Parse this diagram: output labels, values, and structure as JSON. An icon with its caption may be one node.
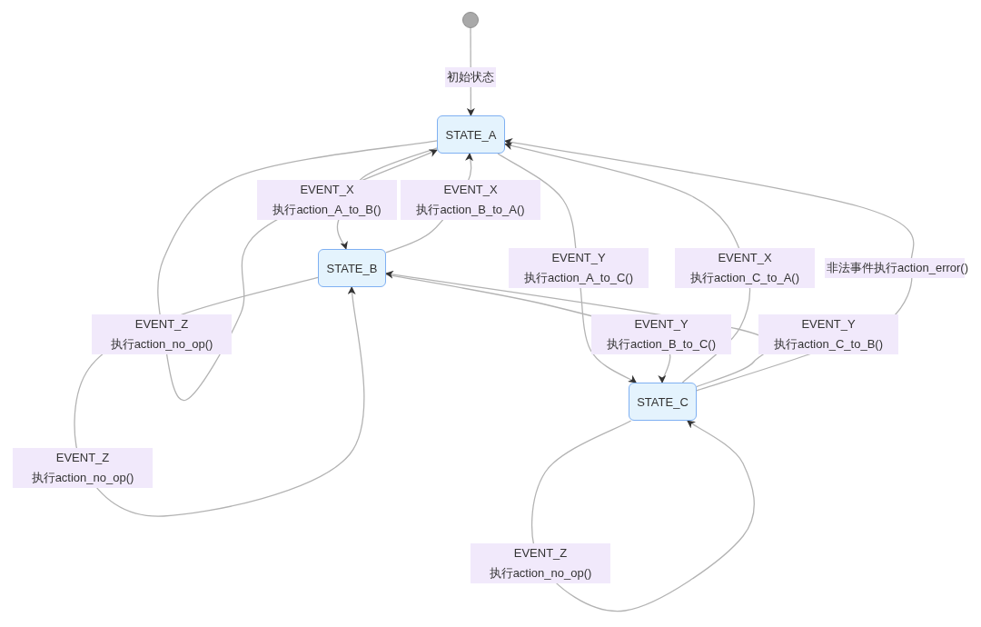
{
  "diagram": {
    "nodes": [
      {
        "text": [],
        "shape": "circle"
      },
      {
        "text": [
          "STATE_A"
        ]
      },
      {
        "text": [
          "STATE_B"
        ]
      },
      {
        "text": [
          "STATE_C"
        ]
      }
    ],
    "edges": [
      {
        "from": 0,
        "to": 1,
        "arrow": "to",
        "label": "初始状态"
      },
      {
        "from": 1,
        "to": 2,
        "arrow": "to",
        "label": "EVENT_X 执行action_A_to_B()"
      },
      {
        "from": 2,
        "to": 1,
        "arrow": "to",
        "label": "EVENT_X 执行action_B_to_A()"
      },
      {
        "from": 1,
        "to": 3,
        "arrow": "to",
        "label": "EVENT_Y 执行action_A_to_C()"
      },
      {
        "from": 3,
        "to": 1,
        "arrow": "to",
        "label": "EVENT_X 执行action_C_to_A()"
      },
      {
        "from": 3,
        "to": 1,
        "arrow": "to",
        "label": "非法事件执行action_error()"
      },
      {
        "from": 2,
        "to": 3,
        "arrow": "to",
        "label": "EVENT_Y 执行action_B_to_C()"
      },
      {
        "from": 3,
        "to": 2,
        "arrow": "to",
        "label": "EVENT_Y 执行action_C_to_B()"
      },
      {
        "from": 1,
        "to": 1,
        "arrow": "to",
        "label": "EVENT_Z 执行action_no_op()"
      },
      {
        "from": 2,
        "to": 2,
        "arrow": "to",
        "label": "EVENT_Z 执行action_no_op()"
      },
      {
        "from": 3,
        "to": 3,
        "arrow": "to",
        "label": "EVENT_Z 执行action_no_op()"
      }
    ]
  }
}
